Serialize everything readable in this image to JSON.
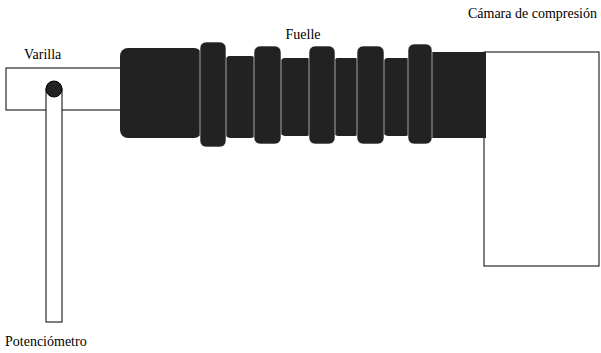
{
  "diagram": {
    "labels": [
      "Cámara de compresión",
      "Fuelle",
      "Varilla",
      "Potenciómetro"
    ]
  }
}
